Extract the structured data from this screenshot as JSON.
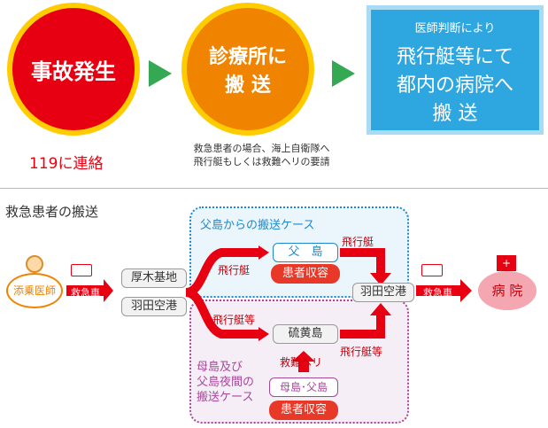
{
  "top": {
    "step1": "事故発生",
    "step1_note": "119に連絡",
    "step2_line1": "診療所に",
    "step2_line2": "搬 送",
    "step2_note_line1": "救急患者の場合、海上自衛隊へ",
    "step2_note_line2": "飛行艇もしくは救難ヘリの要請",
    "step3_small": "医師判断により",
    "step3_line1": "飛行艇等にて",
    "step3_line2": "都内の病院へ",
    "step3_line3": "搬 送"
  },
  "section_title": "救急患者の搬送",
  "flow": {
    "doctor": "添乗医師",
    "ambulance1": "救急車",
    "base1": "厚木基地",
    "base2": "羽田空港",
    "chichi_case": "父島からの搬送ケース",
    "chichi": "父　島",
    "patient1": "患者収容",
    "plane1": "飛行艇",
    "plane2": "飛行艇",
    "plane_etc1": "飛行艇等",
    "iwo": "硫黄島",
    "plane_etc2": "飛行艇等",
    "rescue_heli": "救難ヘリ",
    "haha_case_line1": "母島及び",
    "haha_case_line2": "父島夜間の",
    "haha_case_line3": "搬送ケース",
    "haha": "母島･父島",
    "patient2": "患者収容",
    "haneda": "羽田空港",
    "ambulance2": "救急車",
    "hospital": "病 院"
  },
  "colors": {
    "red": "#e60012",
    "orange": "#f08300",
    "yellow": "#ffcc00",
    "green": "#34a853",
    "blue": "#2ea7e0",
    "pink_hospital": "#f4a7b0"
  }
}
